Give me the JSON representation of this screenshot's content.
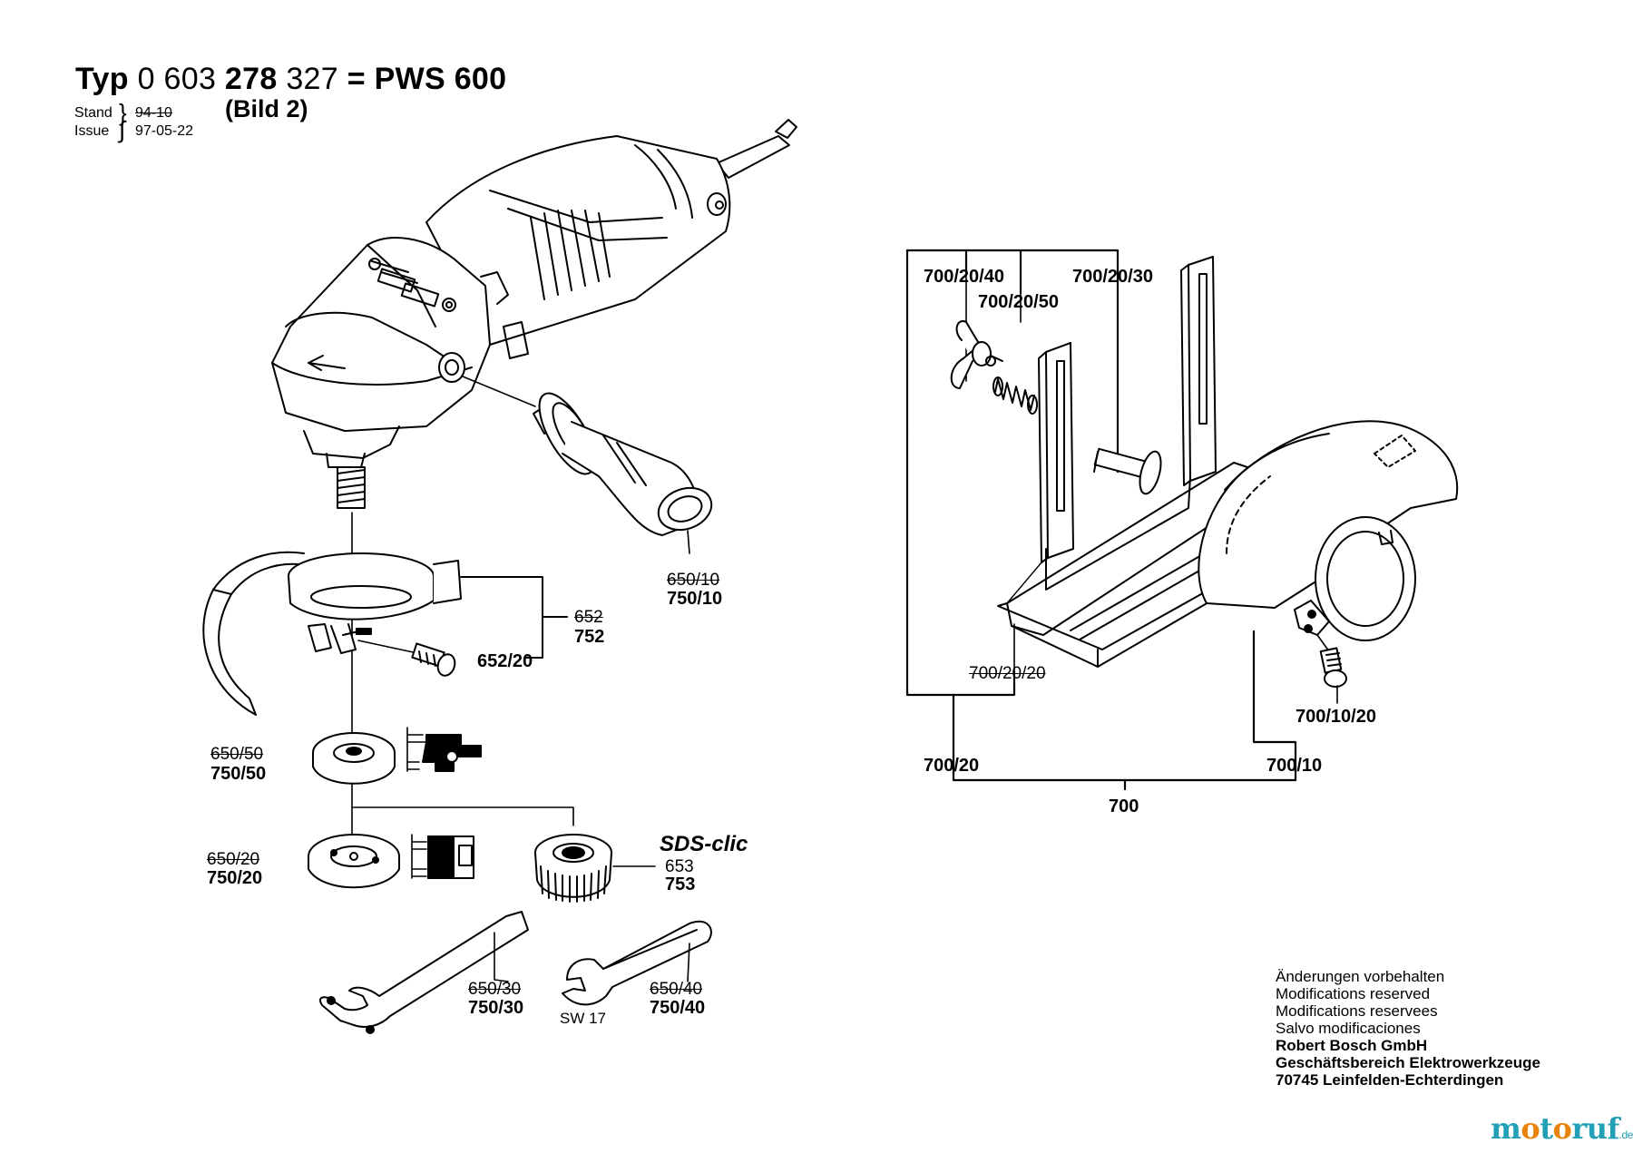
{
  "header": {
    "title_prefix": "Typ",
    "title_number_a": "0 603",
    "title_number_b": "278",
    "title_number_c": "327",
    "title_suffix": "= PWS 600",
    "bild": "(Bild 2)",
    "stand_label": "Stand",
    "stand_old": "94-10",
    "issue_label": "Issue",
    "issue_date": "97-05-22"
  },
  "labels": {
    "handle_old": "650/10",
    "handle_new": "750/10",
    "guard_old": "652",
    "guard_new": "752",
    "guard_screw": "652/20",
    "flange50_old": "650/50",
    "flange50_new": "750/50",
    "flange20_old": "650/20",
    "flange20_new": "750/20",
    "sds_brand": "SDS-clic",
    "sds_old": "653",
    "sds_new": "753",
    "wrench30_old": "650/30",
    "wrench30_new": "750/30",
    "sw17": "SW 17",
    "wrench40_old": "650/40",
    "wrench40_new": "750/40",
    "k700_20_40": "700/20/40",
    "k700_20_30": "700/20/30",
    "k700_20_50": "700/20/50",
    "k700_20_20_old": "700/20/20",
    "k700_20": "700/20",
    "k700_10_20": "700/10/20",
    "k700_10": "700/10",
    "k700": "700"
  },
  "notes": [
    "Änderungen vorbehalten",
    "Modifications reserved",
    "Modifications reservees",
    "Salvo modificaciones",
    "Robert Bosch GmbH",
    "Geschäftsbereich Elektrowerkzeuge",
    "70745 Leinfelden-Echterdingen"
  ],
  "watermark": {
    "m": "m",
    "o1": "o",
    "t": "t",
    "o2": "o",
    "ruf": "ruf",
    "de": ".de"
  }
}
